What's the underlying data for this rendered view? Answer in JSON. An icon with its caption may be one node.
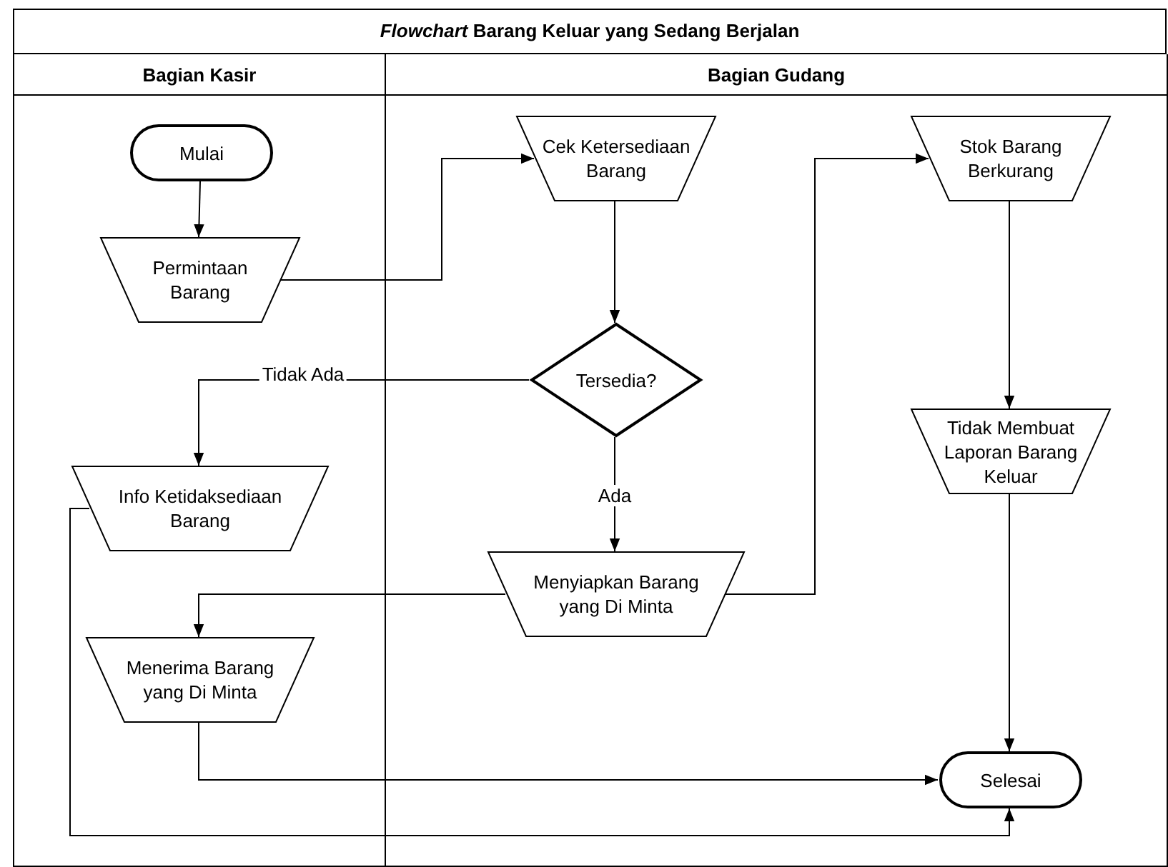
{
  "diagram": {
    "title": "*Flowchart* Barang Keluar yang Sedang Berjalan",
    "nodes": [
      {
        "text": [
          "Bagian Kasir"
        ]
      },
      {
        "text": [
          "Bagian Gudang"
        ]
      },
      {
        "text": [
          "Mulai"
        ],
        "in": 0
      },
      {
        "text": [
          "Permintaan Barang"
        ],
        "in": 0
      },
      {
        "text": [
          "Info Ketidaksediaan Barang"
        ],
        "in": 0
      },
      {
        "text": [
          "Menerima Barang yang Di Minta"
        ],
        "in": 0
      },
      {
        "text": [
          "Cek Ketersediaan Barang"
        ],
        "in": 1
      },
      {
        "text": [
          "Tersedia?"
        ],
        "in": 1
      },
      {
        "text": [
          "Menyiapkan Barang yang Di Minta"
        ],
        "in": 1
      },
      {
        "text": [
          "Stok Barang Berkurang"
        ],
        "in": 1
      },
      {
        "text": [
          "Tidak Membuat Laporan Barang Keluar"
        ],
        "in": 1
      },
      {
        "text": [
          "Selesai"
        ],
        "in": 1
      }
    ],
    "edges": [
      {
        "from": 2,
        "to": 3,
        "arrow": "to"
      },
      {
        "from": 3,
        "to": 6,
        "arrow": "to"
      },
      {
        "from": 6,
        "to": 7,
        "arrow": "to"
      },
      {
        "from": 7,
        "to": 4,
        "arrow": "to",
        "label": "Tidak Ada"
      },
      {
        "from": 7,
        "to": 8,
        "arrow": "to",
        "label": "Ada"
      },
      {
        "from": 8,
        "to": 9,
        "arrow": "to"
      },
      {
        "from": 9,
        "to": 10,
        "arrow": "to"
      },
      {
        "from": 10,
        "to": 11,
        "arrow": "to"
      },
      {
        "from": 8,
        "to": 5,
        "arrow": "to"
      },
      {
        "from": 5,
        "to": 11,
        "arrow": "to"
      },
      {
        "from": 4,
        "to": 11,
        "arrow": "to"
      }
    ]
  }
}
